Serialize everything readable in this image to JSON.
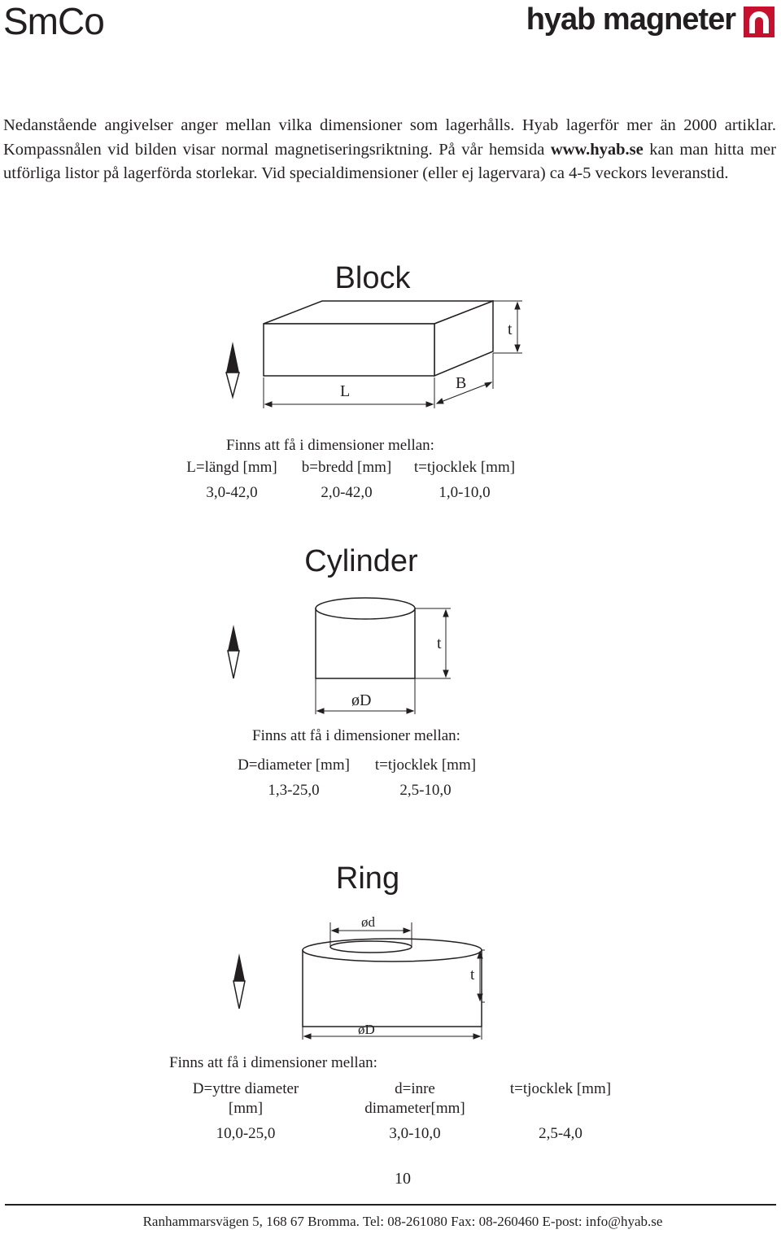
{
  "header": {
    "product_name": "SmCo",
    "brand": "hyab magneter",
    "brand_logo_icon": "horseshoe-magnet-icon",
    "brand_color": "#c8102e"
  },
  "intro": {
    "text_before_link": "Nedanstående angivelser anger mellan vilka dimensioner som lagerhålls. Hyab lagerför mer än 2000 artiklar. Kompassnålen vid bilden visar normal magnetiseringsriktning. På vår hemsida ",
    "link": "www.hyab.se",
    "text_after_link": " kan man hitta mer utförliga listor på lagerförda storlekar. Vid specialdimensioner (eller ej lagervara) ca 4-5 veckors leveranstid."
  },
  "compass_icon": "compass-needle-icon",
  "sections": {
    "block": {
      "title": "Block",
      "labels": {
        "l": "L",
        "b": "B",
        "t": "t"
      },
      "intro": "Finns att få i dimensioner mellan:",
      "columns": [
        {
          "header": "L=längd [mm]",
          "value": "3,0-42,0"
        },
        {
          "header": "b=bredd [mm]",
          "value": "2,0-42,0"
        },
        {
          "header": "t=tjocklek [mm]",
          "value": "1,0-10,0"
        }
      ]
    },
    "cylinder": {
      "title": "Cylinder",
      "labels": {
        "d": "øD",
        "t": "t"
      },
      "intro": "Finns att få i dimensioner mellan:",
      "columns": [
        {
          "header": "D=diameter [mm]",
          "value": "1,3-25,0"
        },
        {
          "header": "t=tjocklek [mm]",
          "value": "2,5-10,0"
        }
      ]
    },
    "ring": {
      "title": "Ring",
      "labels": {
        "inner_d": "ød",
        "outer_d": "øD",
        "t": "t"
      },
      "intro": "Finns att få i dimensioner mellan:",
      "columns": [
        {
          "header_line1": "D=yttre diameter",
          "header_line2": "[mm]",
          "value": "10,0-25,0"
        },
        {
          "header_line1": "d=inre",
          "header_line2": "dimameter[mm]",
          "value": "3,0-10,0"
        },
        {
          "header_line1": "t=tjocklek [mm]",
          "header_line2": "",
          "value": "2,5-4,0"
        }
      ]
    }
  },
  "page_number": "10",
  "footer": {
    "contact": "Ranhammarsvägen 5, 168 67  Bromma. Tel: 08-261080  Fax: 08-260460  E-post: info@hyab.se"
  }
}
